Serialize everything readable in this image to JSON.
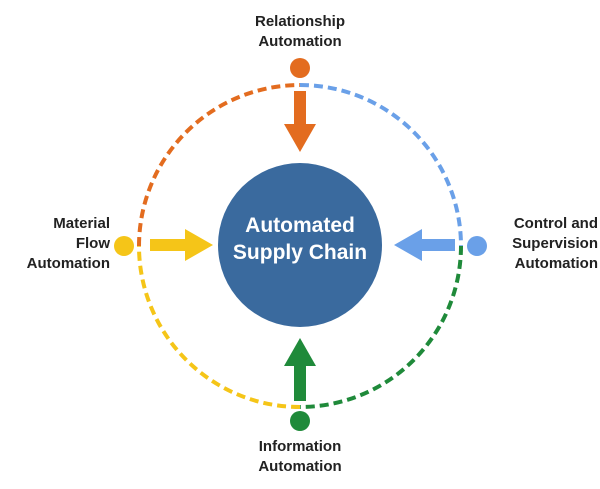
{
  "center": {
    "line1": "Automated",
    "line2": "Supply Chain",
    "color": "#3a6a9e"
  },
  "nodes": {
    "top": {
      "lines": [
        "Relationship",
        "Automation"
      ],
      "color": "#e36c1f"
    },
    "left": {
      "lines": [
        "Material",
        "Flow",
        "Automation"
      ],
      "color": "#f5c518"
    },
    "right": {
      "lines": [
        "Control and",
        "Supervision",
        "Automation"
      ],
      "color": "#6aa0e8"
    },
    "bottom": {
      "lines": [
        "Information",
        "Automation"
      ],
      "color": "#1f8a3a"
    }
  }
}
